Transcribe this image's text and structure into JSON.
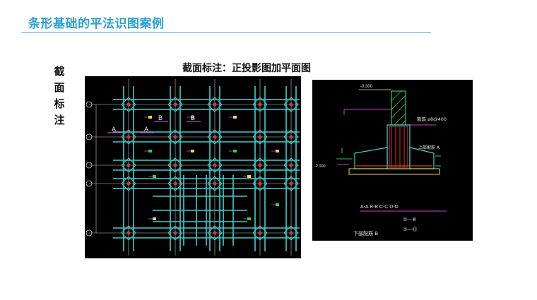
{
  "title": "条形基础的平法识图案例",
  "side_label": "截面标注",
  "figure_caption": "截面标注：正投影图加平面图",
  "plan": {
    "labels": [
      "A",
      "A",
      "B",
      "B"
    ]
  },
  "section": {
    "elev_top": "-0.300",
    "stirrup_note": "箍筋 ⌀8@400",
    "top_bar_note": "上部配筋 A",
    "bottom_bar_note": "下部配筋 B",
    "cross_sections": "A-A  B-B  C-C  D-D",
    "range_1": "①—⑥",
    "range_2": "⑦—⑫",
    "elev_left": "-2.000"
  },
  "colors": {
    "title": "#2aa0d8",
    "rule": "#4aa7d9",
    "cad_bg": "#000000",
    "beam": "#3fd0d0",
    "node": "#e03030",
    "grid": "#ffffff",
    "magenta": "#d040d0",
    "green": "#2fd24a",
    "yellow": "#e8d84a"
  }
}
